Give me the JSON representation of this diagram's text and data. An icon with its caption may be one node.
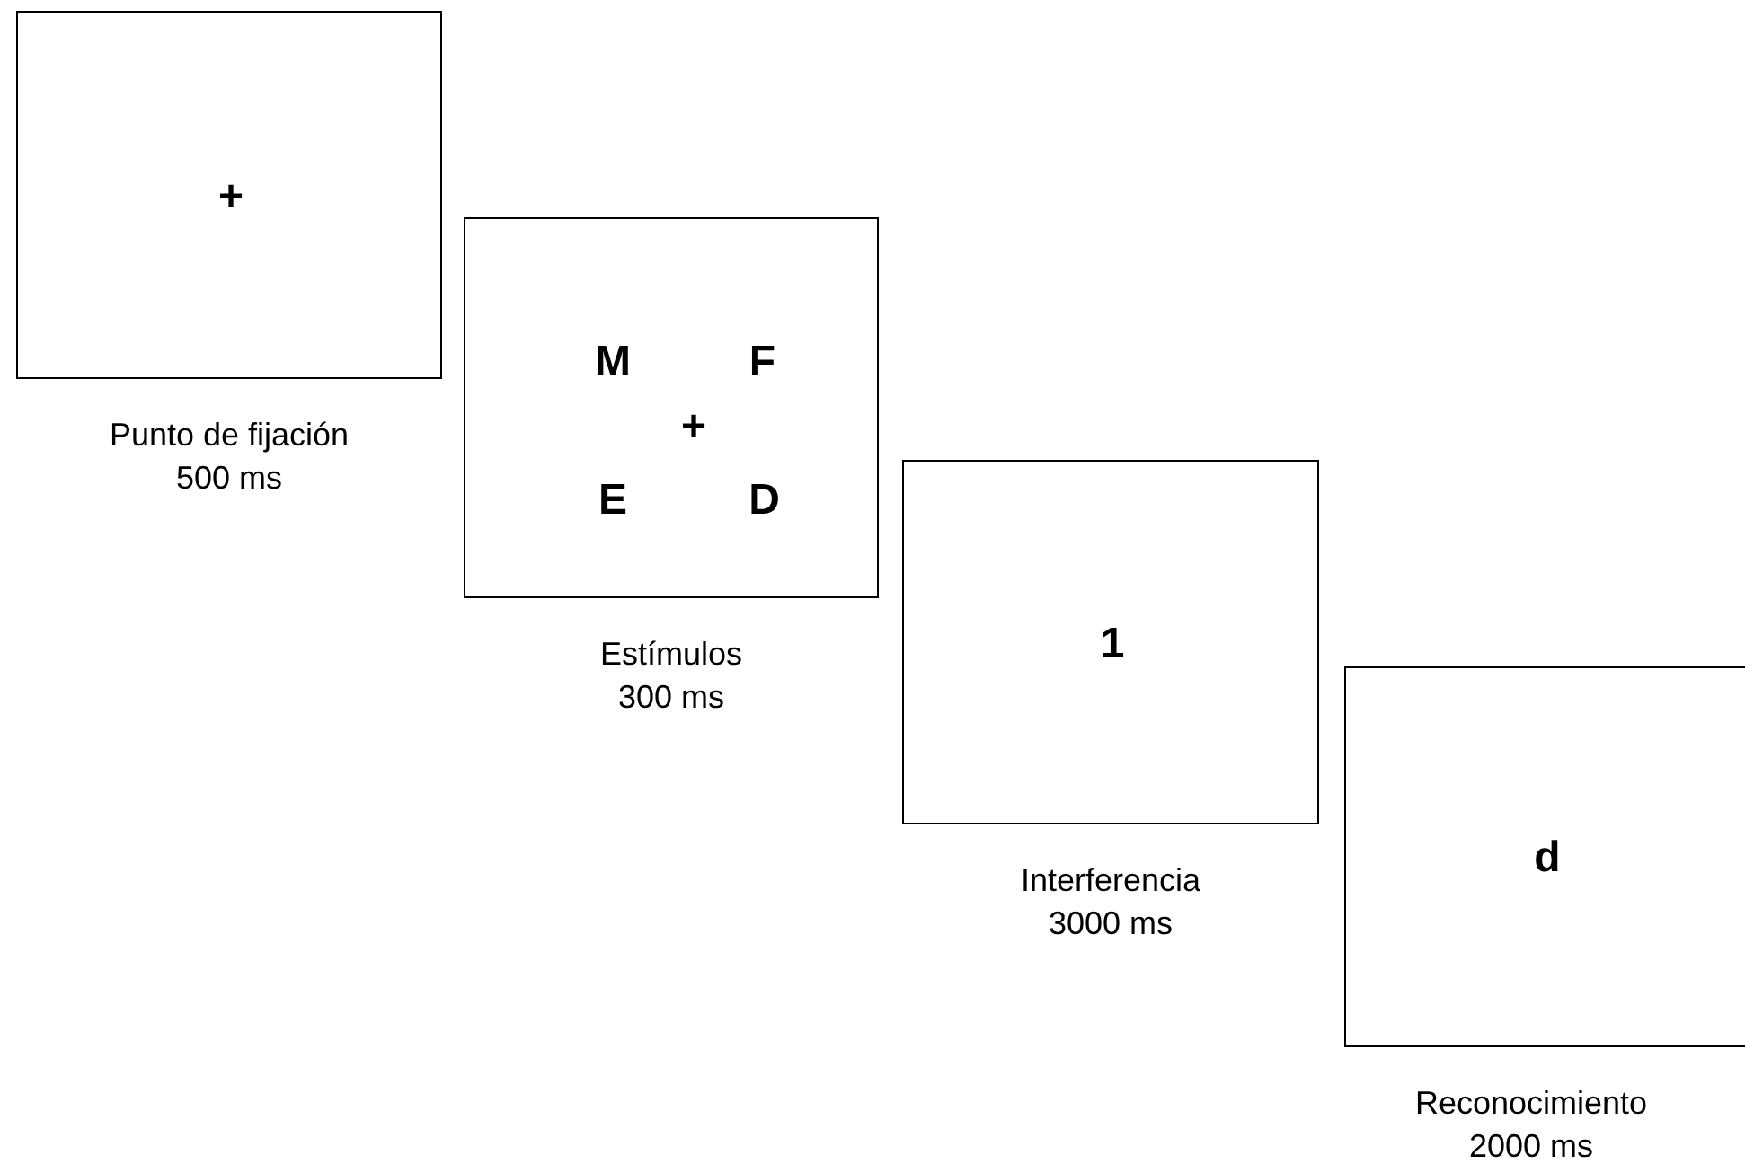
{
  "diagram": {
    "nodes": [
      {
        "text": [
          "+"
        ],
        "beside": [
          "Punto de fijación",
          "500 ms"
        ]
      },
      {
        "text": [
          "M",
          "F",
          "+",
          "E",
          "D"
        ],
        "beside": [
          "Estímulos",
          "300 ms"
        ]
      },
      {
        "text": [
          "1"
        ],
        "beside": [
          "Interferencia",
          "3000 ms"
        ]
      },
      {
        "text": [
          "d"
        ],
        "beside": [
          "Reconocimiento",
          "2000 ms"
        ]
      }
    ]
  }
}
